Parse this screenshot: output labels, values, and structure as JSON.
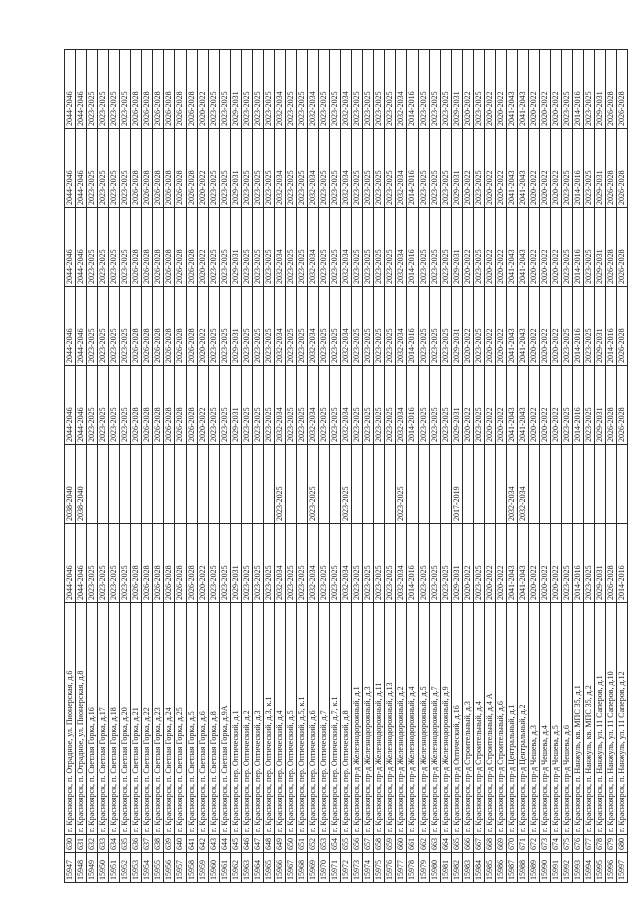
{
  "rows": [
    [
      "15947",
      "630",
      "г. Красноярск, п. Отрадное, ул. Пионерская, д.6",
      "2044-2046",
      "2038-2040",
      "2044-2046",
      "2044-2046",
      "2044-2046",
      "2044-2046",
      "2044-2046"
    ],
    [
      "15948",
      "631",
      "г. Красноярск, п. Отрадное, ул. Пионерская, д.8",
      "2044-2046",
      "2038-2040",
      "2044-2046",
      "2044-2046",
      "2044-2046",
      "2044-2046",
      "2044-2046"
    ],
    [
      "15949",
      "632",
      "г. Красноярск, п. Светлая Горка, д.16",
      "2023-2025",
      "",
      "2023-2025",
      "2023-2025",
      "2023-2025",
      "2023-2025",
      "2023-2025"
    ],
    [
      "15950",
      "633",
      "г. Красноярск, п. Светлая Горка, д.17",
      "2023-2025",
      "",
      "2023-2025",
      "2023-2025",
      "2023-2025",
      "2023-2025",
      "2023-2025"
    ],
    [
      "15951",
      "634",
      "г. Красноярск, п. Светлая Горка, д.18",
      "2023-2025",
      "",
      "2023-2025",
      "2023-2025",
      "2023-2025",
      "2023-2025",
      "2023-2025"
    ],
    [
      "15952",
      "635",
      "г. Красноярск, п. Светлая Горка, д.20",
      "2023-2025",
      "",
      "2023-2025",
      "2023-2025",
      "2023-2025",
      "2023-2025",
      "2023-2025"
    ],
    [
      "15953",
      "636",
      "г. Красноярск, п. Светлая Горка, д.21",
      "2026-2028",
      "",
      "2026-2028",
      "2026-2028",
      "2026-2028",
      "2026-2028",
      "2026-2028"
    ],
    [
      "15954",
      "637",
      "г. Красноярск, п. Светлая Горка, д.22",
      "2026-2028",
      "",
      "2026-2028",
      "2026-2028",
      "2026-2028",
      "2026-2028",
      "2026-2028"
    ],
    [
      "15955",
      "638",
      "г. Красноярск, п. Светлая Горка, д.23",
      "2026-2028",
      "",
      "2026-2028",
      "2026-2028",
      "2026-2028",
      "2026-2028",
      "2026-2028"
    ],
    [
      "15956",
      "639",
      "г. Красноярск, п. Светлая Горка, д.24",
      "2026-2028",
      "",
      "2026-2028",
      "2026-2028",
      "2026-2028",
      "2026-2028",
      "2026-2028"
    ],
    [
      "15957",
      "640",
      "г. Красноярск, п. Светлая Горка, д.25",
      "2026-2028",
      "",
      "2026-2028",
      "2026-2028",
      "2026-2028",
      "2026-2028",
      "2026-2028"
    ],
    [
      "15958",
      "641",
      "г. Красноярск, п. Светлая Горка, д.5",
      "2026-2028",
      "",
      "2026-2028",
      "2026-2028",
      "2026-2028",
      "2026-2028",
      "2026-2028"
    ],
    [
      "15959",
      "642",
      "г. Красноярск, п. Светлая Горка, д.6",
      "2020-2022",
      "",
      "2020-2022",
      "2020-2022",
      "2020-2022",
      "2020-2022",
      "2020-2022"
    ],
    [
      "15960",
      "643",
      "г. Красноярск, п. Светлая Горка, д.8",
      "2023-2025",
      "",
      "2023-2025",
      "2023-2025",
      "2023-2025",
      "2023-2025",
      "2023-2025"
    ],
    [
      "15961",
      "644",
      "г. Красноярск, п. Светлая Горка, д.9А",
      "2023-2025",
      "",
      "2023-2025",
      "2023-2025",
      "2023-2025",
      "2023-2025",
      "2023-2025"
    ],
    [
      "15962",
      "645",
      "г. Красноярск, пер. Оптический, д.1",
      "2029-2031",
      "",
      "2029-2031",
      "2029-2031",
      "2029-2031",
      "2029-2031",
      "2029-2031"
    ],
    [
      "15963",
      "646",
      "г. Красноярск, пер. Оптический, д.2",
      "2023-2025",
      "",
      "2023-2025",
      "2023-2025",
      "2023-2025",
      "2023-2025",
      "2023-2025"
    ],
    [
      "15964",
      "647",
      "г. Красноярск, пер. Оптический, д.3",
      "2023-2025",
      "",
      "2023-2025",
      "2023-2025",
      "2023-2025",
      "2023-2025",
      "2023-2025"
    ],
    [
      "15965",
      "648",
      "г. Красноярск, пер. Оптический, д.3, к.1",
      "2023-2025",
      "",
      "2023-2025",
      "2023-2025",
      "2023-2025",
      "2023-2025",
      "2023-2025"
    ],
    [
      "15966",
      "649",
      "г. Красноярск, пер. Оптический, д.4",
      "2032-2034",
      "2023-2025",
      "2032-2034",
      "2032-2034",
      "2032-2034",
      "2032-2034",
      "2032-2034"
    ],
    [
      "15967",
      "650",
      "г. Красноярск, пер. Оптический, д.5",
      "2023-2025",
      "",
      "2023-2025",
      "2023-2025",
      "2023-2025",
      "2023-2025",
      "2023-2025"
    ],
    [
      "15968",
      "651",
      "г. Красноярск, пер. Оптический, д.5, к.1",
      "2023-2025",
      "",
      "2023-2025",
      "2023-2025",
      "2023-2025",
      "2023-2025",
      "2023-2025"
    ],
    [
      "15969",
      "652",
      "г. Красноярск, пер. Оптический, д.6",
      "2032-2034",
      "2023-2025",
      "2032-2034",
      "2032-2034",
      "2032-2034",
      "2032-2034",
      "2032-2034"
    ],
    [
      "15970",
      "653",
      "г. Красноярск, пер. Оптический, д.7",
      "2023-2025",
      "",
      "2023-2025",
      "2023-2025",
      "2023-2025",
      "2023-2025",
      "2023-2025"
    ],
    [
      "15971",
      "654",
      "г. Красноярск, пер. Оптический, д.7, к.1",
      "2023-2025",
      "",
      "2023-2025",
      "2023-2025",
      "2023-2025",
      "2023-2025",
      "2023-2025"
    ],
    [
      "15972",
      "655",
      "г. Красноярск, пер. Оптический, д.8",
      "2032-2034",
      "2023-2025",
      "2032-2034",
      "2032-2034",
      "2032-2034",
      "2032-2034",
      "2032-2034"
    ],
    [
      "15973",
      "656",
      "г. Красноярск, пр-д Железнодорожный, д.1",
      "2023-2025",
      "",
      "2023-2025",
      "2023-2025",
      "2023-2025",
      "2023-2025",
      "2023-2025"
    ],
    [
      "15974",
      "657",
      "г. Красноярск, пр-д Железнодорожный, д.3",
      "2023-2025",
      "",
      "2023-2025",
      "2023-2025",
      "2023-2025",
      "2023-2025",
      "2023-2025"
    ],
    [
      "15975",
      "658",
      "г. Красноярск, пр-д Железнодорожный, д.11",
      "2023-2025",
      "",
      "2023-2025",
      "2023-2025",
      "2023-2025",
      "2023-2025",
      "2023-2025"
    ],
    [
      "15976",
      "659",
      "г. Красноярск, пр-д Железнодорожный, д.13",
      "2023-2025",
      "",
      "2023-2025",
      "2023-2025",
      "2023-2025",
      "2023-2025",
      "2023-2025"
    ],
    [
      "15977",
      "660",
      "г. Красноярск, пр-д Железнодорожный, д.2",
      "2032-2034",
      "2023-2025",
      "2032-2034",
      "2032-2034",
      "2032-2034",
      "2032-2034",
      "2032-2034"
    ],
    [
      "15978",
      "661",
      "г. Красноярск, пр-д Железнодорожный, д.4",
      "2014-2016",
      "",
      "2014-2016",
      "2014-2016",
      "2014-2016",
      "2014-2016",
      "2014-2016"
    ],
    [
      "15979",
      "662",
      "г. Красноярск, пр-д Железнодорожный, д.5",
      "2023-2025",
      "",
      "2023-2025",
      "2023-2025",
      "2023-2025",
      "2023-2025",
      "2023-2025"
    ],
    [
      "15980",
      "663",
      "г. Красноярск, пр-д Железнодорожный, д.7",
      "2023-2025",
      "",
      "2023-2025",
      "2023-2025",
      "2023-2025",
      "2023-2025",
      "2023-2025"
    ],
    [
      "15981",
      "664",
      "г. Красноярск, пр-д Железнодорожный, д.9",
      "2023-2025",
      "",
      "2023-2025",
      "2023-2025",
      "2023-2025",
      "2023-2025",
      "2023-2025"
    ],
    [
      "15982",
      "665",
      "г. Красноярск, пр-д Оптический, д.16",
      "2029-2031",
      "2017-2019",
      "2029-2031",
      "2029-2031",
      "2029-2031",
      "2029-2031",
      "2029-2031"
    ],
    [
      "15983",
      "666",
      "г. Красноярск, пр-д Строительный, д.3",
      "2020-2022",
      "",
      "2020-2022",
      "2020-2022",
      "2020-2022",
      "2020-2022",
      "2020-2022"
    ],
    [
      "15984",
      "667",
      "г. Красноярск, пр-д Строительный, д.4",
      "2023-2025",
      "",
      "2023-2025",
      "2023-2025",
      "2023-2025",
      "2023-2025",
      "2023-2025"
    ],
    [
      "15985",
      "668",
      "г. Красноярск, пр-д Строительный, д.4 А",
      "2020-2022",
      "",
      "2020-2022",
      "2020-2022",
      "2020-2022",
      "2020-2022",
      "2020-2022"
    ],
    [
      "15986",
      "669",
      "г. Красноярск, пр-д Строительный, д.6",
      "2020-2022",
      "",
      "2020-2022",
      "2020-2022",
      "2020-2022",
      "2020-2022",
      "2020-2022"
    ],
    [
      "15987",
      "670",
      "г. Красноярск, пр-д Центральный, д.1",
      "2041-2043",
      "2032-2034",
      "2041-2043",
      "2041-2043",
      "2041-2043",
      "2041-2043",
      "2041-2043"
    ],
    [
      "15988",
      "671",
      "г. Красноярск, пр-д Центральный, д.2",
      "2041-2043",
      "2032-2034",
      "2041-2043",
      "2041-2043",
      "2041-2043",
      "2041-2043",
      "2041-2043"
    ],
    [
      "15989",
      "672",
      "г. Красноярск, пр-д Чешева, д.3",
      "2020-2022",
      "",
      "2020-2022",
      "2020-2022",
      "2020-2022",
      "2020-2022",
      "2020-2022"
    ],
    [
      "15990",
      "673",
      "г. Красноярск, пр-д Чешева, д.4",
      "2020-2022",
      "",
      "2020-2022",
      "2020-2022",
      "2020-2022",
      "2020-2022",
      "2020-2022"
    ],
    [
      "15991",
      "674",
      "г. Красноярск, пр-д Чешева, д.5",
      "2020-2022",
      "",
      "2020-2022",
      "2020-2022",
      "2020-2022",
      "2020-2022",
      "2020-2022"
    ],
    [
      "15992",
      "675",
      "г. Красноярск, пр-д Чешева, д.6",
      "2023-2025",
      "",
      "2023-2025",
      "2023-2025",
      "2023-2025",
      "2023-2025",
      "2023-2025"
    ],
    [
      "15993",
      "676",
      "г. Красноярск, п. Нанжуль, кв. МПС 35, д.1",
      "2014-2016",
      "",
      "2014-2016",
      "2014-2016",
      "2014-2016",
      "2014-2016",
      "2014-2016"
    ],
    [
      "15994",
      "677",
      "г. Красноярск, п. Нанжуль, кв. МПС 35, д.2",
      "2023-2025",
      "",
      "2023-2025",
      "2023-2025",
      "2023-2025",
      "2023-2025",
      "2023-2025"
    ],
    [
      "15995",
      "678",
      "г. Красноярск, п. Нанжуль, ул. 11 Саперов, д.1",
      "2029-2031",
      "",
      "2029-2031",
      "2029-2031",
      "2029-2031",
      "2029-2031",
      "2029-2031"
    ],
    [
      "15996",
      "679",
      "г. Красноярск, п. Нанжуль, ул. 11 Саперов, д.10",
      "2026-2028",
      "",
      "2026-2028",
      "2014-2016",
      "2026-2028",
      "2026-2028",
      "2026-2028"
    ],
    [
      "15997",
      "680",
      "г. Красноярск, п. Нанжуль, ул. 11 Саперов, д.12",
      "2014-2016",
      "",
      "2026-2028",
      "2026-2028",
      "2026-2028",
      "2026-2028",
      "2026-2028"
    ]
  ]
}
